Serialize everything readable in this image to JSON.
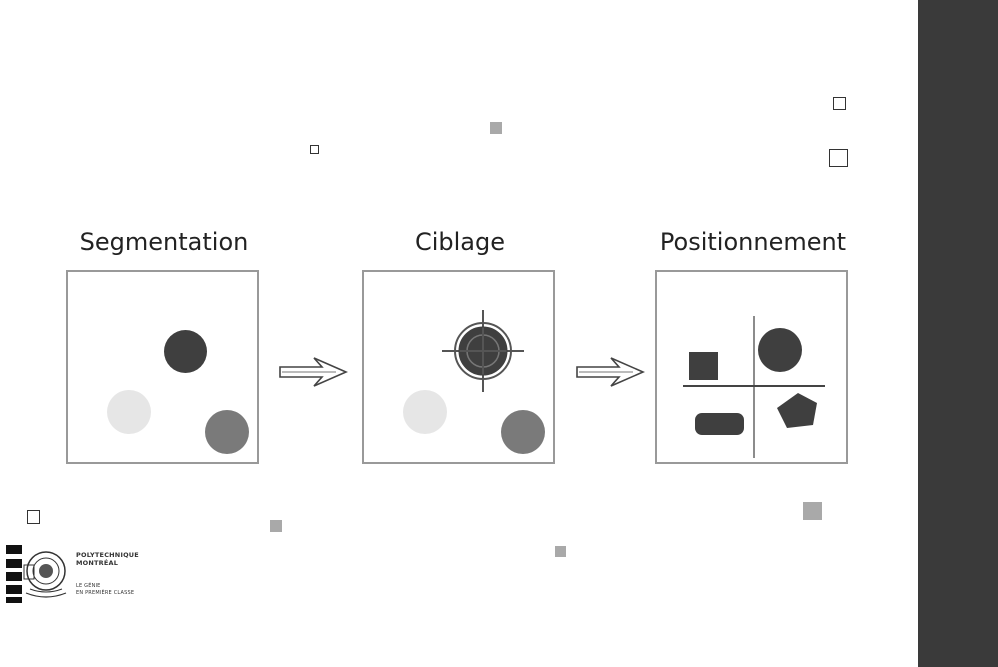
{
  "stages": [
    {
      "title": "Segmentation"
    },
    {
      "title": "Ciblage"
    },
    {
      "title": "Positionnement"
    }
  ],
  "logo": {
    "name_line1": "POLYTECHNIQUE",
    "name_line2": "MONTRÉAL",
    "tagline_line1": "LE GÉNIE",
    "tagline_line2": "EN PREMIÈRE CLASSE"
  },
  "colors": {
    "sidebar": "#3a3a3a",
    "dark_dot": "#3f3f3f",
    "mid_dot": "#7a7a7a",
    "light_dot": "#e6e6e6",
    "frame": "#999999"
  }
}
